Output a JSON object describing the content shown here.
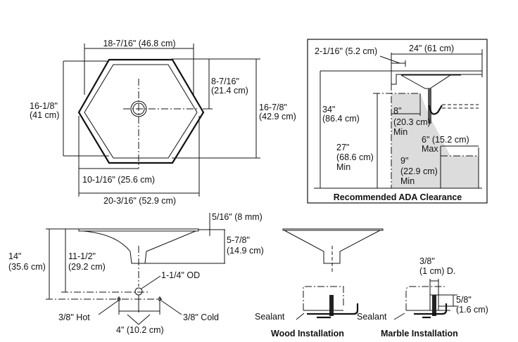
{
  "top_view": {
    "overall_width": "18-7/16\" (46.8 cm)",
    "half_depth_in": "8-7/16\"",
    "half_depth_cm": "(21.4 cm)",
    "inner_depth_in": "16-1/8\"",
    "inner_depth_cm": "(41 cm)",
    "outer_depth_in": "16-7/8\"",
    "outer_depth_cm": "(42.9 cm)",
    "center_offset": "10-1/16\" (25.6 cm)",
    "overall_length": "20-3/16\" (52.9 cm)"
  },
  "ada_panel": {
    "title": "Recommended ADA Clearance",
    "rim_offset": "2-1/16\" (5.2 cm)",
    "depth": "24\" (61 cm)",
    "rim_height_in": "34\"",
    "rim_height_cm": "(86.4 cm)",
    "knee_clear_in": "27\"",
    "knee_clear_cm": "(68.6 cm)",
    "knee_clear_note": "Min",
    "knee_depth_in": "8\"",
    "knee_depth_cm": "(20.3 cm)",
    "knee_depth_note": "Min",
    "toe_max_in": "6\" (15.2 cm)",
    "toe_max_note": "Max",
    "toe_height_in": "9\"",
    "toe_height_cm": "(22.9 cm)",
    "toe_height_note": "Min"
  },
  "side_view": {
    "rim_thickness": "5/16\" (8 mm)",
    "bowl_depth_in": "5-7/8\"",
    "bowl_depth_cm": "(14.9 cm)",
    "total_height_in": "14\"",
    "total_height_cm": "(35.6 cm)",
    "drain_height_in": "11-1/2\"",
    "drain_height_cm": "(29.2 cm)",
    "drain_od": "1-1/4\" OD",
    "hot_supply": "3/8\" Hot",
    "cold_supply": "3/8\" Cold",
    "supply_spacing": "4\" (10.2 cm)"
  },
  "installation": {
    "wood_sealant": "Sealant",
    "wood_title": "Wood Installation",
    "marble_sealant": "Sealant",
    "marble_title": "Marble Installation",
    "hole_dia_in": "3/8\"",
    "hole_dia_cm": "(1 cm) D.",
    "embed_in": "5/8\"",
    "embed_cm": "(1.6 cm)"
  }
}
